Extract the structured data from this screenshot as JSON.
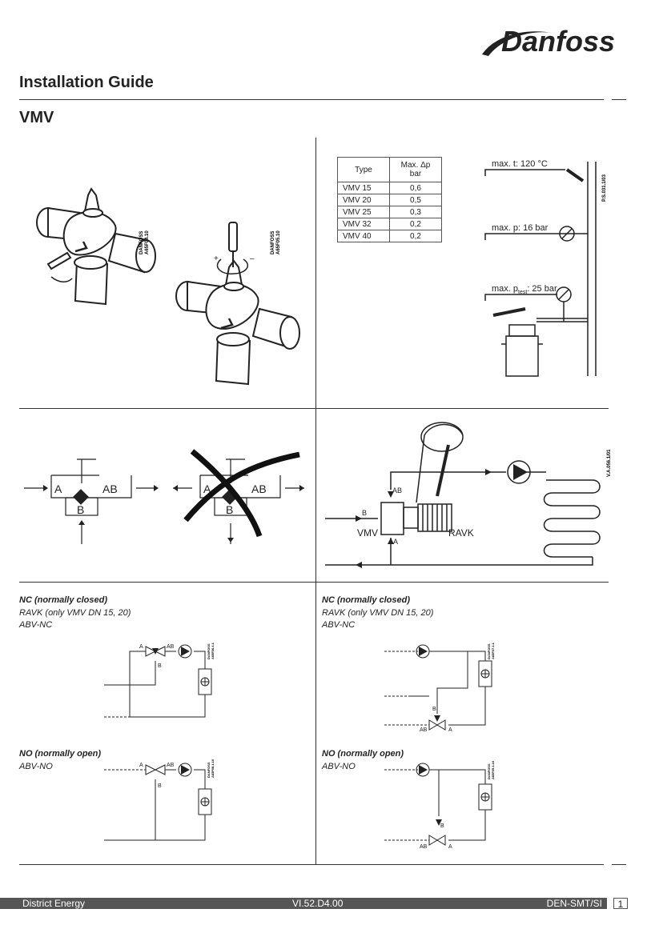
{
  "header": {
    "brand": "Danfoss",
    "title": "Installation Guide",
    "product": "VMV"
  },
  "figure_codes": {
    "fig1": [
      "DANFOSS",
      "A65F04.10"
    ],
    "fig2": [
      "DANFOSS",
      "A65F05.10"
    ],
    "pressure": "P.S.031.1/03",
    "system": "V.A.056.1/01",
    "nc1": [
      "DANFOSS",
      "A65F06.1.1"
    ],
    "nc2": [
      "DANFOSS",
      "A65F07.1.1"
    ],
    "no1": [
      "DANFOSS",
      "A65F08.1.10"
    ],
    "no2": [
      "DANFOSS",
      "A65F09.1.10"
    ]
  },
  "adjust_signs": {
    "plus": "+",
    "minus": "–"
  },
  "table": {
    "header_type": "Type",
    "header_dp_line1": "Max. Δp",
    "header_dp_line2": "bar",
    "rows": [
      {
        "type": "VMV 15",
        "dp": "0,6"
      },
      {
        "type": "VMV 20",
        "dp": "0,5"
      },
      {
        "type": "VMV 25",
        "dp": "0,3"
      },
      {
        "type": "VMV 32",
        "dp": "0,2"
      },
      {
        "type": "VMV 40",
        "dp": "0,2"
      }
    ]
  },
  "pressure_diagram": {
    "max_t": "max. t: 120 °C",
    "max_p": "max. p: 16 bar",
    "max_ptest_prefix": "max. p",
    "max_ptest_sub": "test",
    "max_ptest_suffix": ": 25 bar"
  },
  "ports": {
    "a": "A",
    "ab": "AB",
    "b": "B"
  },
  "system_diagram": {
    "vmv": "VMV",
    "ravk": "RAVK"
  },
  "sections": {
    "nc_left": {
      "heading": "NC (normally closed)",
      "line1": "RAVK (only VMV DN 15, 20)",
      "line2": "ABV-NC"
    },
    "nc_right": {
      "heading": "NC (normally closed)",
      "line1": "RAVK (only VMV DN 15, 20)",
      "line2": "ABV-NC"
    },
    "no_left": {
      "heading": "NO (normally open)",
      "line1": "ABV-NO"
    },
    "no_right": {
      "heading": "NO (normally open)",
      "line1": "ABV-NO"
    }
  },
  "footer": {
    "left": "District Energy",
    "center": "VI.52.D4.00",
    "right": "DEN-SMT/SI",
    "page": "1"
  }
}
